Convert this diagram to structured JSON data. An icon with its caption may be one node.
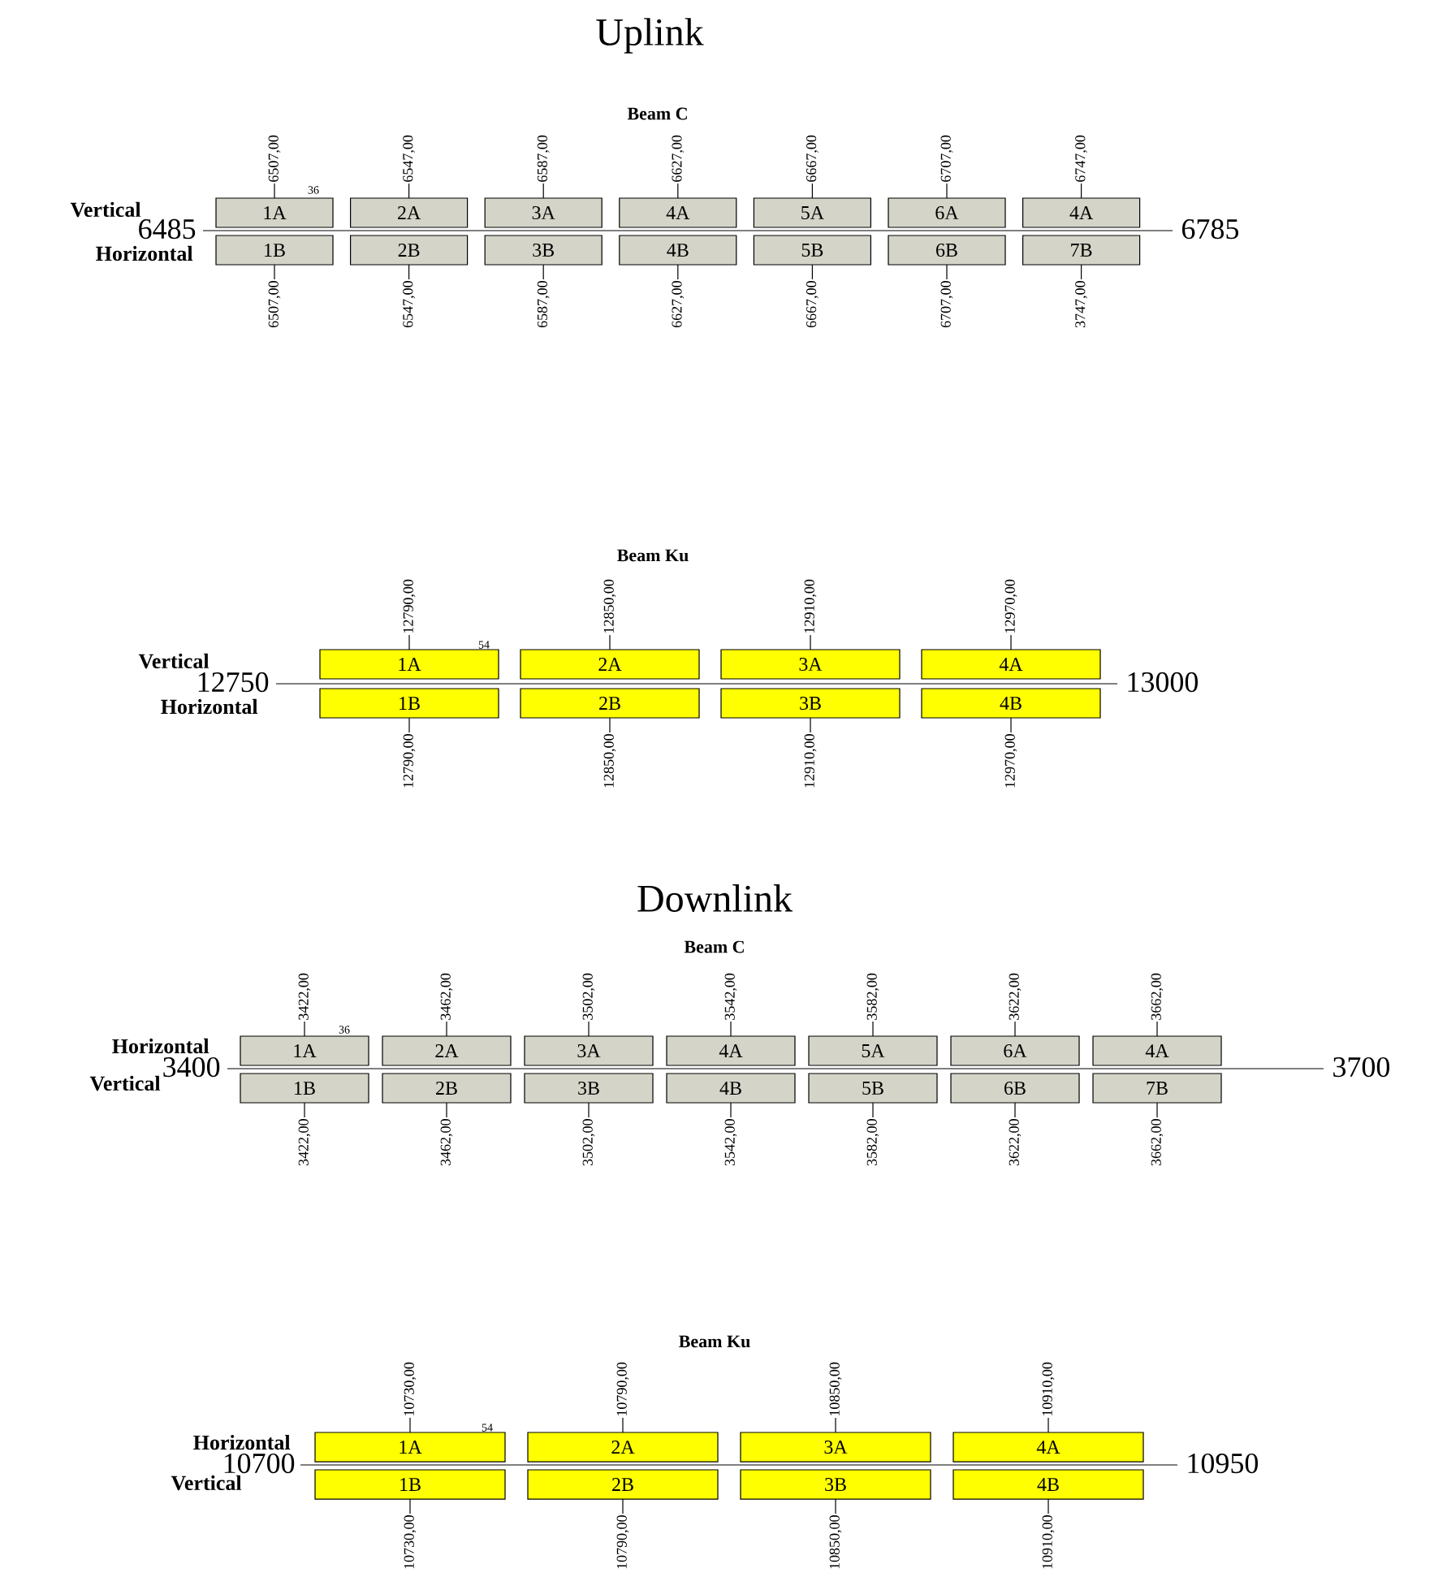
{
  "diagram": {
    "nodes": [
      {
        "text": [
          "1A"
        ],
        "beside": [
          "6507,00"
        ]
      },
      {
        "text": [
          "2A"
        ],
        "beside": [
          "6547,00"
        ]
      },
      {
        "text": [
          "3A"
        ],
        "beside": [
          "6587,00"
        ]
      },
      {
        "text": [
          "4A"
        ],
        "beside": [
          "6627,00"
        ]
      },
      {
        "text": [
          "5A"
        ],
        "beside": [
          "6667,00"
        ]
      },
      {
        "text": [
          "6A"
        ],
        "beside": [
          "6707,00"
        ]
      },
      {
        "text": [
          "4A"
        ],
        "beside": [
          "6747,00"
        ]
      },
      {
        "text": [
          "1B"
        ],
        "beside": [
          "6507,00"
        ]
      },
      {
        "text": [
          "2B"
        ],
        "beside": [
          "6547,00"
        ]
      },
      {
        "text": [
          "3B"
        ],
        "beside": [
          "6587,00"
        ]
      },
      {
        "text": [
          "4B"
        ],
        "beside": [
          "6627,00"
        ]
      },
      {
        "text": [
          "5B"
        ],
        "beside": [
          "6667,00"
        ]
      },
      {
        "text": [
          "6B"
        ],
        "beside": [
          "6707,00"
        ]
      },
      {
        "text": [
          "7B"
        ],
        "beside": [
          "3747,00"
        ]
      },
      {
        "text": [
          "1A"
        ],
        "beside": [
          "12790,00"
        ]
      },
      {
        "text": [
          "2A"
        ],
        "beside": [
          "12850,00"
        ]
      },
      {
        "text": [
          "3A"
        ],
        "beside": [
          "12910,00"
        ]
      },
      {
        "text": [
          "4A"
        ],
        "beside": [
          "12970,00"
        ]
      },
      {
        "text": [
          "1B"
        ],
        "beside": [
          "12790,00"
        ]
      },
      {
        "text": [
          "2B"
        ],
        "beside": [
          "12850,00"
        ]
      },
      {
        "text": [
          "3B"
        ],
        "beside": [
          "12910,00"
        ]
      },
      {
        "text": [
          "4B"
        ],
        "beside": [
          "12970,00"
        ]
      },
      {
        "text": [
          "1A"
        ],
        "beside": [
          "3422,00"
        ]
      },
      {
        "text": [
          "2A"
        ],
        "beside": [
          "3462,00"
        ]
      },
      {
        "text": [
          "3A"
        ],
        "beside": [
          "3502,00"
        ]
      },
      {
        "text": [
          "4A"
        ],
        "beside": [
          "3542,00"
        ]
      },
      {
        "text": [
          "5A"
        ],
        "beside": [
          "3582,00"
        ]
      },
      {
        "text": [
          "6A"
        ],
        "beside": [
          "3622,00"
        ]
      },
      {
        "text": [
          "4A"
        ],
        "beside": [
          "3662,00"
        ]
      },
      {
        "text": [
          "1B"
        ],
        "beside": [
          "3422,00"
        ]
      },
      {
        "text": [
          "2B"
        ],
        "beside": [
          "3462,00"
        ]
      },
      {
        "text": [
          "3B"
        ],
        "beside": [
          "3502,00"
        ]
      },
      {
        "text": [
          "4B"
        ],
        "beside": [
          "3542,00"
        ]
      },
      {
        "text": [
          "5B"
        ],
        "beside": [
          "3582,00"
        ]
      },
      {
        "text": [
          "6B"
        ],
        "beside": [
          "3622,00"
        ]
      },
      {
        "text": [
          "7B"
        ],
        "beside": [
          "3662,00"
        ]
      },
      {
        "text": [
          "1A"
        ],
        "beside": [
          "10730,00"
        ]
      },
      {
        "text": [
          "2A"
        ],
        "beside": [
          "10790,00"
        ]
      },
      {
        "text": [
          "3A"
        ],
        "beside": [
          "10850,00"
        ]
      },
      {
        "text": [
          "4A"
        ],
        "beside": [
          "10910,00"
        ]
      },
      {
        "text": [
          "1B"
        ],
        "beside": [
          "10730,00"
        ]
      },
      {
        "text": [
          "2B"
        ],
        "beside": [
          "10790,00"
        ]
      },
      {
        "text": [
          "3B"
        ],
        "beside": [
          "10850,00"
        ]
      },
      {
        "text": [
          "4B"
        ],
        "beside": [
          "10910,00"
        ]
      }
    ],
    "labels": [
      "Uplink",
      "Beam C",
      "36",
      "Vertical",
      "6485",
      "6785",
      "Horizontal",
      "Beam Ku",
      "54",
      "Vertical",
      "12750",
      "13000",
      "Horizontal",
      "Downlink",
      "Beam C",
      "36",
      "Horizontal",
      "3400",
      "3700",
      "Vertical",
      "Beam Ku",
      "54",
      "Horizontal",
      "10700",
      "10950",
      "Vertical"
    ]
  }
}
